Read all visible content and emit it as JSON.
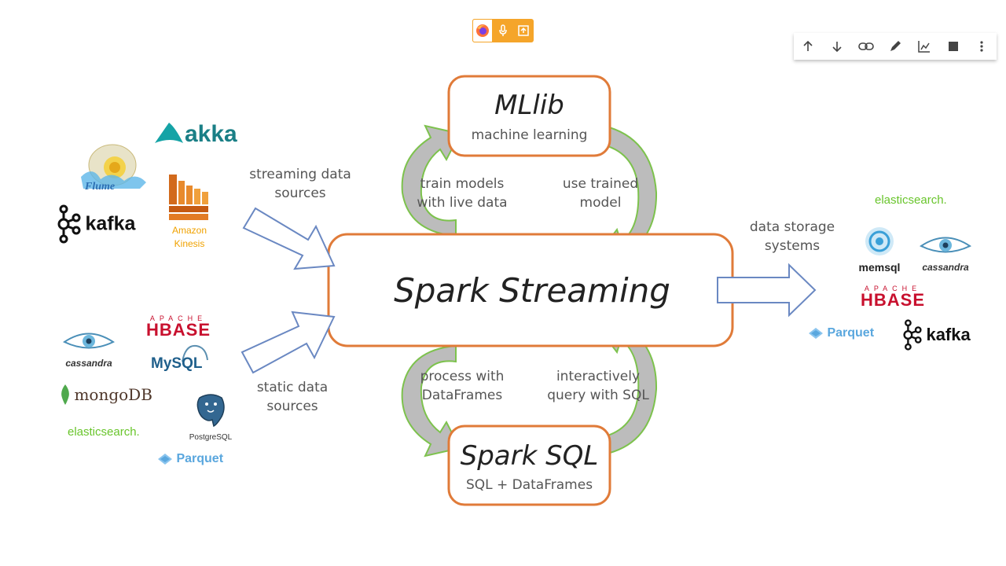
{
  "widgets": {
    "recorder": {
      "icons": [
        "firefox-icon",
        "microphone-icon",
        "upload-icon"
      ],
      "accent": "#f5a52a"
    },
    "toolbar": {
      "icons": [
        "arrow-up-icon",
        "arrow-down-icon",
        "link-icon",
        "pen-icon",
        "chart-icon",
        "square-icon",
        "more-icon"
      ]
    }
  },
  "diagram": {
    "center_box": {
      "title": "Spark Streaming"
    },
    "mllib_box": {
      "title": "MLlib",
      "subtitle": "machine learning"
    },
    "sql_box": {
      "title": "Spark SQL",
      "subtitle": "SQL + DataFrames"
    },
    "labels": {
      "streaming_sources": [
        "streaming data",
        "sources"
      ],
      "static_sources": [
        "static data",
        "sources"
      ],
      "data_storage": [
        "data storage",
        "systems"
      ],
      "train_models": [
        "train models",
        "with live data"
      ],
      "use_trained": [
        "use trained",
        "model"
      ],
      "process_with": [
        "process with",
        "DataFrames"
      ],
      "interactively": [
        "interactively",
        "query with SQL"
      ]
    },
    "colors": {
      "box_border": "#e07b39",
      "arrow_blue": "#6a88c2",
      "loop_green": "#7dc24d",
      "loop_gray": "#bcbcbc"
    }
  },
  "logos": {
    "streaming": {
      "akka": "akka",
      "flume": "Flume",
      "kafka": "kafka",
      "kinesis": [
        "Amazon",
        "Kinesis"
      ]
    },
    "static": {
      "hbase_apache": "APACHE",
      "hbase": "HBASE",
      "cassandra": "cassandra",
      "mysql": "MySQL",
      "mongodb": "mongoDB",
      "postgresql": "PostgreSQL",
      "elasticsearch": "elasticsearch.",
      "parquet": "Parquet"
    },
    "storage": {
      "elasticsearch": "elasticsearch.",
      "memsql": "memsql",
      "cassandra": "cassandra",
      "hbase_apache": "APACHE",
      "hbase": "HBASE",
      "parquet": "Parquet",
      "kafka": "kafka"
    }
  }
}
